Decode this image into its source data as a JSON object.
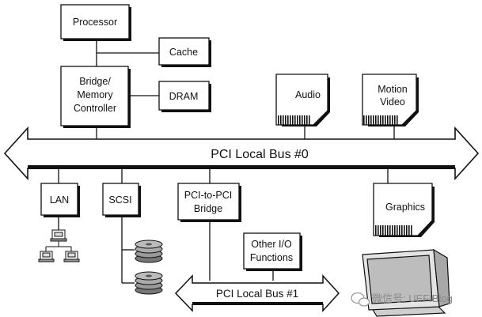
{
  "diagram": {
    "nodes": {
      "processor": "Processor",
      "cache": "Cache",
      "bridge_line1": "Bridge/",
      "bridge_line2": "Memory",
      "bridge_line3": "Controller",
      "dram": "DRAM",
      "audio": "Audio",
      "motion_line1": "Motion",
      "motion_line2": "Video",
      "lan": "LAN",
      "scsi": "SCSI",
      "pci_bridge_line1": "PCI-to-PCI",
      "pci_bridge_line2": "Bridge",
      "other_io_line1": "Other I/O",
      "other_io_line2": "Functions",
      "graphics": "Graphics"
    },
    "buses": {
      "bus0": "PCI Local Bus #0",
      "bus1": "PCI Local Bus #1"
    }
  },
  "watermark": {
    "text": "微信号: UEFIBlog",
    "icon": "wechat-icon"
  }
}
